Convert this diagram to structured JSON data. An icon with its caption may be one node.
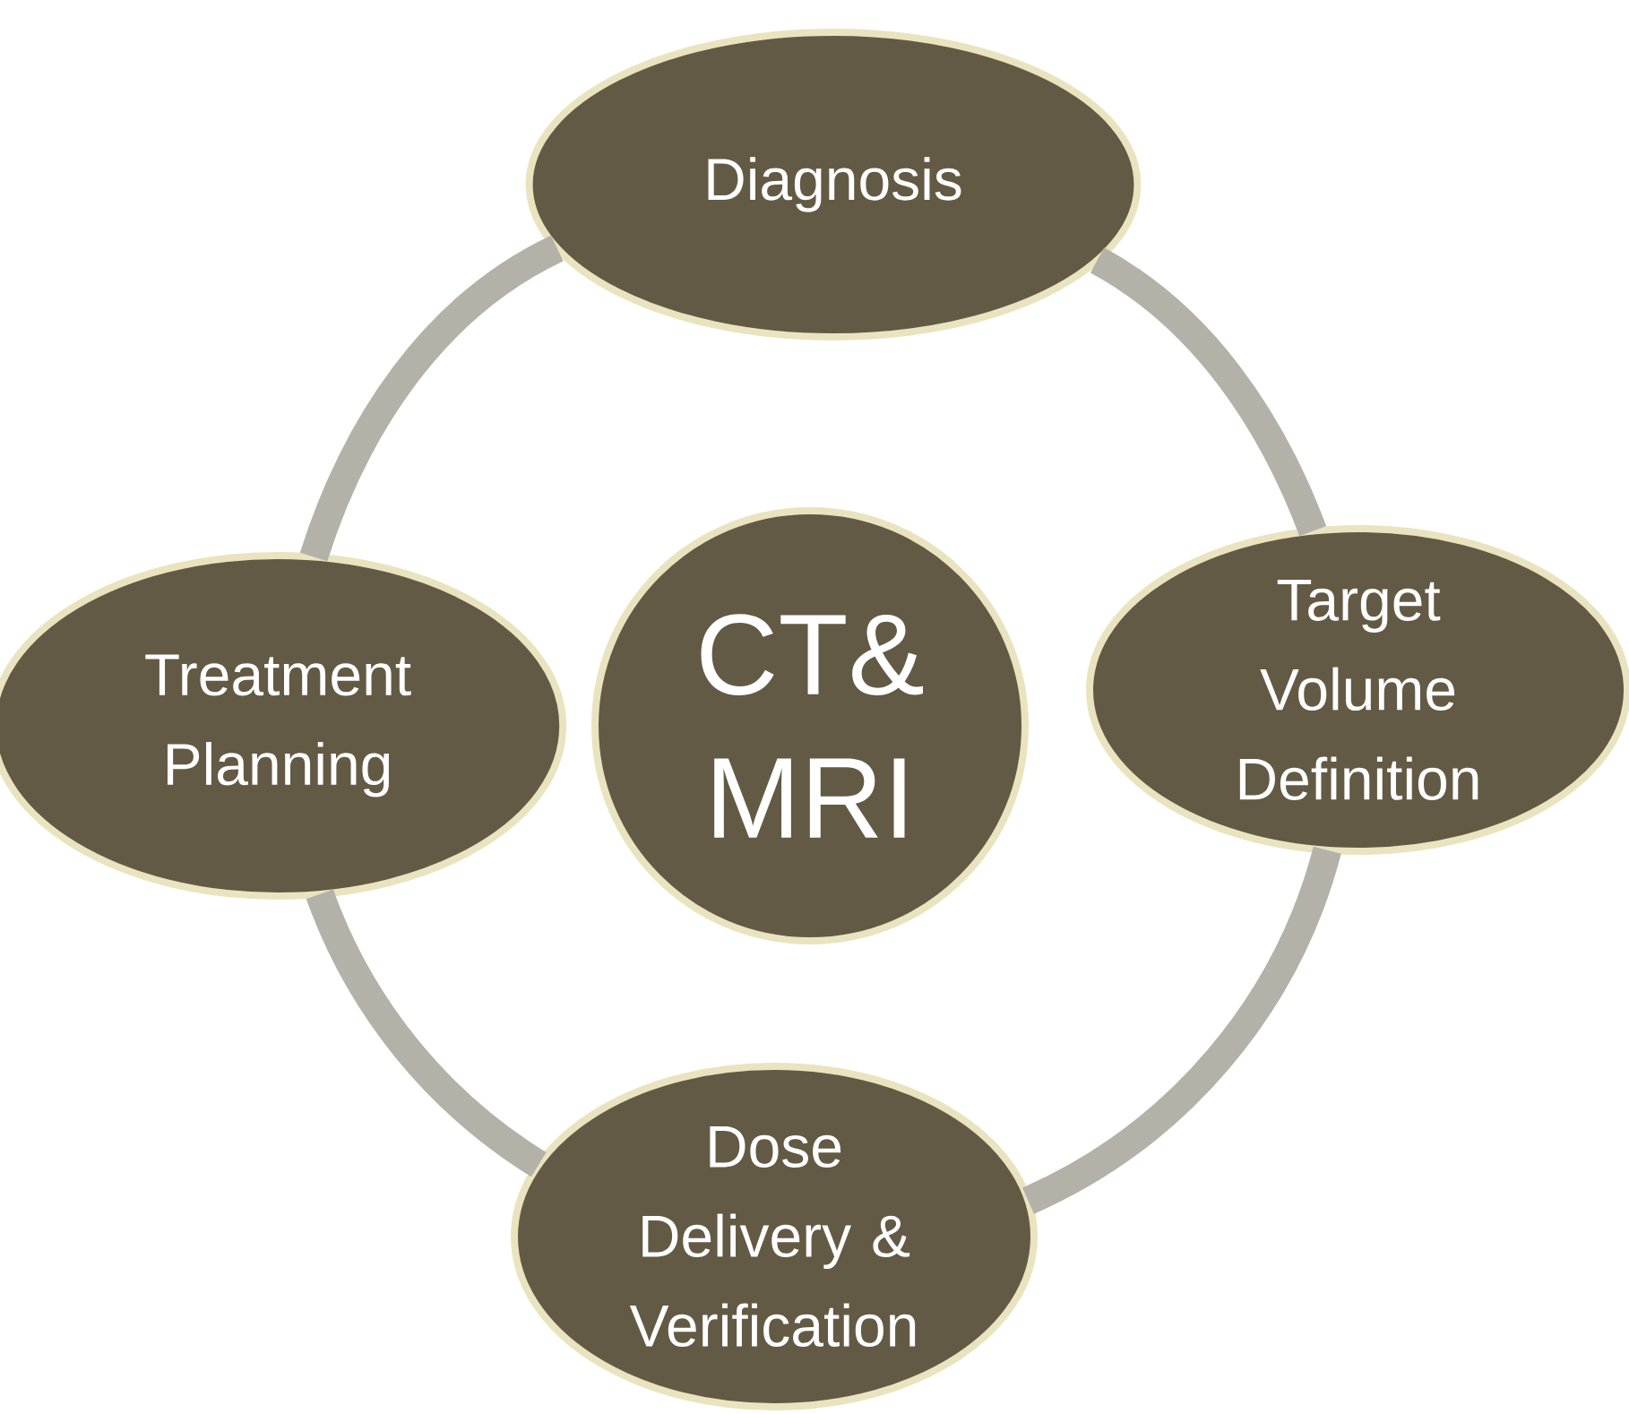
{
  "diagram": {
    "nodes": [
      {
        "text": [
          "Diagnosis"
        ]
      },
      {
        "text": [
          "Target Volume Definition"
        ]
      },
      {
        "text": [
          "Dose Delivery & Verification"
        ]
      },
      {
        "text": [
          "Treatment Planning"
        ]
      },
      {
        "text": [
          "CT& MRI"
        ]
      }
    ],
    "edges": [
      {
        "from": 0,
        "to": 1,
        "arrow": "none"
      },
      {
        "from": 1,
        "to": 2,
        "arrow": "none"
      },
      {
        "from": 2,
        "to": 3,
        "arrow": "none"
      },
      {
        "from": 3,
        "to": 0,
        "arrow": "none"
      }
    ]
  }
}
